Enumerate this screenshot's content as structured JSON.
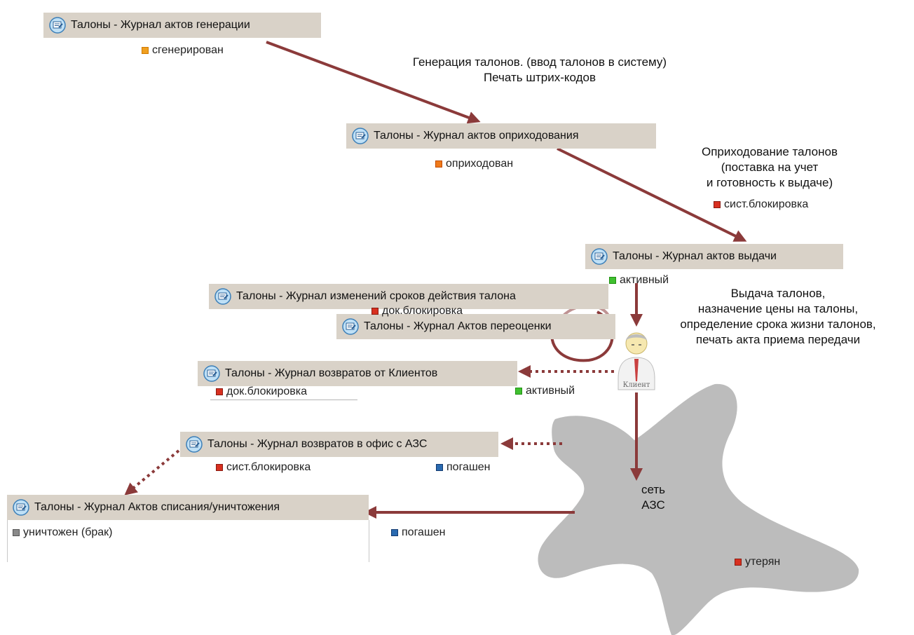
{
  "journals": {
    "generation": "Талоны - Журнал актов генерации",
    "receiving": "Талоны - Журнал актов оприходования",
    "issue": "Талоны - Журнал актов выдачи",
    "validity_change": "Талоны - Журнал изменений сроков действия талона",
    "revaluation": "Талоны - Журнал Актов переоценки",
    "client_returns": "Талоны - Журнал возвратов от Клиентов",
    "office_returns": "Талоны - Журнал возвратов в офис с АЗС",
    "writeoff": "Талоны - Журнал Актов списания/уничтожения"
  },
  "statuses": {
    "generated": "сгенерирован",
    "received": "оприходован",
    "sys_block_top": "сист.блокировка",
    "active_issue": "активный",
    "doc_block_validity": "док.блокировка",
    "doc_block_returns": "док.блокировка",
    "active_client": "активный",
    "sys_block_office": "сист.блокировка",
    "redeemed_office": "погашен",
    "destroyed": "уничтожен (брак)",
    "redeemed_writeoff": "погашен",
    "lost": "утерян"
  },
  "notes": {
    "generation_line1": "Генерация талонов. (ввод талонов в систему)",
    "generation_line2": "Печать штрих-кодов",
    "receiving_line1": "Оприходование талонов",
    "receiving_line2": "(поставка на учет",
    "receiving_line3": "и готовность к выдаче)",
    "issue_line1": "Выдача талонов,",
    "issue_line2": "назначение цены на талоны,",
    "issue_line3": "определение срока жизни талонов,",
    "issue_line4": "печать акта приема передачи"
  },
  "client_label": "Клиент",
  "network_line1": "сеть",
  "network_line2": "АЗС",
  "icons": {
    "journal": "journal-icon",
    "client": "client-person-icon",
    "network": "gas-station-network-blob"
  },
  "colors": {
    "arrow": "#8b3a3a",
    "journal_bg": "#d9d2c8",
    "network_blob": "#bcbcbc"
  }
}
